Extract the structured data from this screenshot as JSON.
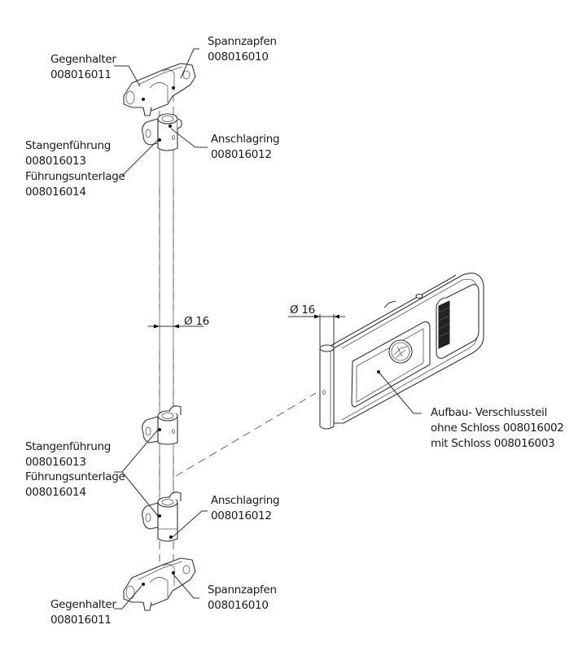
{
  "diagram": {
    "type": "exploded-assembly-drawing",
    "dimensions": {
      "rod_diameter": "Ø 16",
      "hinge_diameter": "Ø 16"
    },
    "labels": {
      "top_gegenhalter": {
        "name": "Gegenhalter",
        "part_no": "008016011"
      },
      "top_spannzapfen": {
        "name": "Spannzapfen",
        "part_no": "008016010"
      },
      "top_stangenfuehrung": {
        "name": "Stangenführung",
        "part_no": "008016013"
      },
      "top_fuehrungsunterlage": {
        "name": "Führungsunterlage",
        "part_no": "008016014"
      },
      "top_anschlagring": {
        "name": "Anschlagring",
        "part_no": "008016012"
      },
      "bottom_stangenfuehrung": {
        "name": "Stangenführung",
        "part_no": "008016013"
      },
      "bottom_fuehrungsunterlage": {
        "name": "Führungsunterlage",
        "part_no": "008016014"
      },
      "bottom_anschlagring": {
        "name": "Anschlagring",
        "part_no": "008016012"
      },
      "bottom_spannzapfen": {
        "name": "Spannzapfen",
        "part_no": "008016010"
      },
      "bottom_gegenhalter": {
        "name": "Gegenhalter",
        "part_no": "008016011"
      },
      "verschlussteil": {
        "line1": "Aufbau- Verschlussteil",
        "line2": "ohne Schloss 008016002",
        "line3": "mit Schloss 008016003"
      }
    }
  }
}
